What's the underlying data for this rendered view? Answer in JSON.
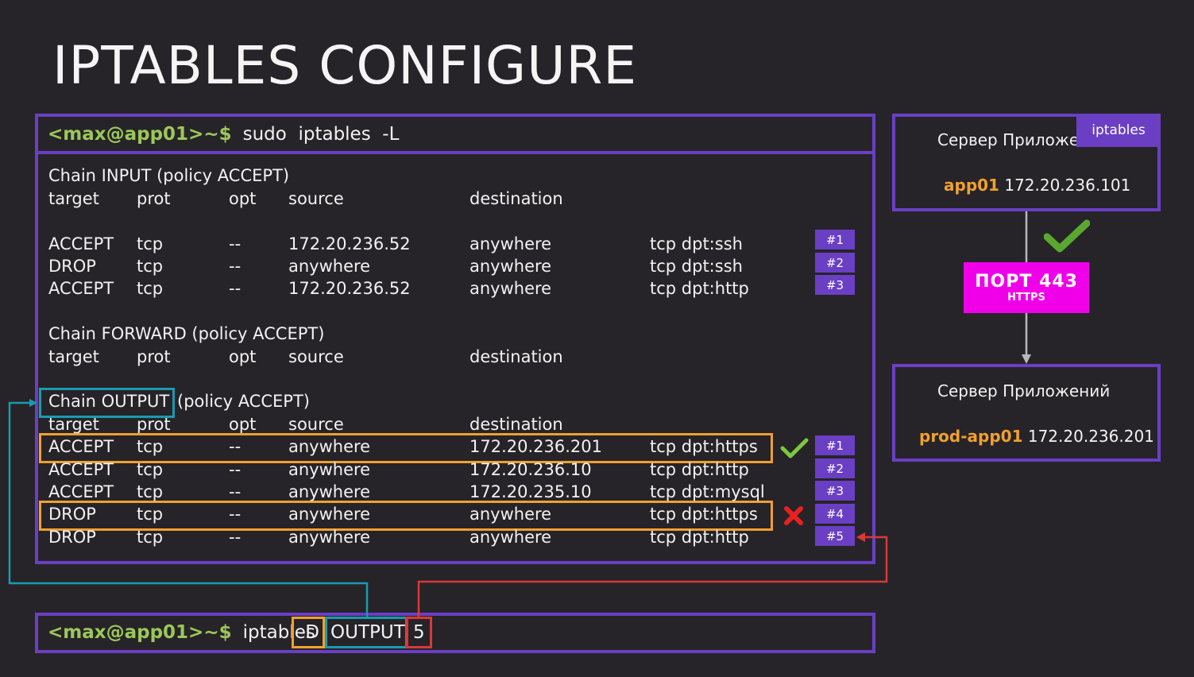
{
  "title": "IPTABLES CONFIGURE",
  "top_prompt": {
    "ps": "<max@app01>~$",
    "cmd": "sudo  iptables  -L"
  },
  "bottom_prompt": {
    "ps": "<max@app01>~$",
    "cmd": "iptables",
    "flag": "-D",
    "chain": "OUTPUT",
    "num": "5"
  },
  "input_chain": {
    "header": "Chain INPUT (policy ACCEPT)",
    "cols": [
      "target",
      "prot",
      "opt",
      "source",
      "destination"
    ],
    "rows": [
      [
        "ACCEPT",
        "tcp",
        "--",
        "172.20.236.52",
        "anywhere",
        "tcp dpt:ssh",
        "#1"
      ],
      [
        "DROP",
        "tcp",
        "--",
        "anywhere",
        "anywhere",
        "tcp dpt:ssh",
        "#2"
      ],
      [
        "ACCEPT",
        "tcp",
        "--",
        "172.20.236.52",
        "anywhere",
        "tcp dpt:http",
        "#3"
      ]
    ]
  },
  "forward_chain": {
    "header": "Chain FORWARD (policy ACCEPT)",
    "cols": [
      "target",
      "prot",
      "opt",
      "source",
      "destination"
    ]
  },
  "output_chain": {
    "header_boxed": "Chain OUTPUT",
    "header_rest": "(policy ACCEPT)",
    "cols": [
      "target",
      "prot",
      "opt",
      "source",
      "destination"
    ],
    "rows": [
      [
        "ACCEPT",
        "tcp",
        "--",
        "anywhere",
        "172.20.236.201",
        "tcp dpt:https",
        "#1"
      ],
      [
        "ACCEPT",
        "tcp",
        "--",
        "anywhere",
        "172.20.236.10",
        "tcp dpt:http",
        "#2"
      ],
      [
        "ACCEPT",
        "tcp",
        "--",
        "anywhere",
        "172.20.235.10",
        "tcp dpt:mysql",
        "#3"
      ],
      [
        "DROP",
        "tcp",
        "--",
        "anywhere",
        "anywhere",
        "tcp dpt:https",
        "#4"
      ],
      [
        "DROP",
        "tcp",
        "--",
        "anywhere",
        "anywhere",
        "tcp dpt:http",
        "#5"
      ]
    ]
  },
  "server_top": {
    "title": "Сервер Приложе",
    "tag": "iptables",
    "name": "app01",
    "ip": "172.20.236.101"
  },
  "port": {
    "label": "ПОРТ 443",
    "sub": "HTTPS"
  },
  "server_bottom": {
    "title": "Сервер Приложений",
    "name": "prod-app01",
    "ip": "172.20.236.201"
  },
  "colors": {
    "purple": "#6a3fc4",
    "orange": "#f0a030",
    "teal": "#1a9ab0",
    "red": "#d8383a",
    "green": "#7cc83c",
    "magenta": "#f000e8"
  }
}
